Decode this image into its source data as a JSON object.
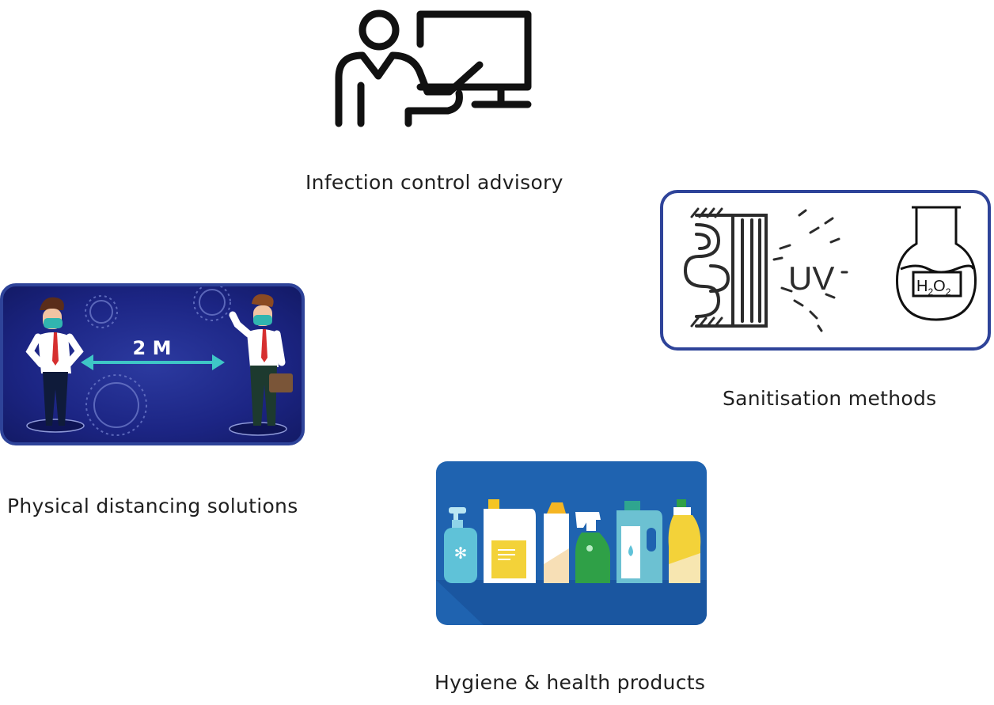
{
  "items": [
    {
      "key": "advisory",
      "label": "Infection control advisory",
      "icon": "presenter-screen-icon"
    },
    {
      "key": "sanitisation",
      "label": "Sanitisation methods",
      "icon": "uv-h2o2-icon"
    },
    {
      "key": "distancing",
      "label": "Physical distancing solutions",
      "icon": "distancing-illustration"
    },
    {
      "key": "hygiene",
      "label": "Hygiene & health products",
      "icon": "cleaning-bottles-illustration"
    }
  ],
  "distancing": {
    "distance_label": "2 M"
  },
  "sanitisation": {
    "uv_label": "UV",
    "h2o2": {
      "h": "H",
      "sub1": "2",
      "o": "O",
      "sub2": "2"
    }
  },
  "colors": {
    "frame_blue": "#2e4399",
    "night_blue": "#1f2a8c",
    "arrow_teal": "#3ec6c6",
    "tile_blue": "#1f63b0"
  }
}
